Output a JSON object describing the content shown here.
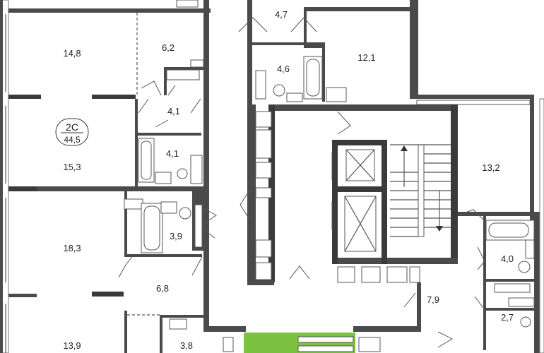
{
  "accent_color": "#7cc242",
  "badge": {
    "name": "2С",
    "area": "44,5"
  },
  "rooms": [
    {
      "id": "r148",
      "label": "14,8"
    },
    {
      "id": "r62",
      "label": "6,2"
    },
    {
      "id": "r47",
      "label": "4,7"
    },
    {
      "id": "r46",
      "label": "4,6"
    },
    {
      "id": "r121",
      "label": "12,1"
    },
    {
      "id": "r41a",
      "label": "4,1"
    },
    {
      "id": "r41b",
      "label": "4,1"
    },
    {
      "id": "r153",
      "label": "15,3"
    },
    {
      "id": "r132",
      "label": "13,2"
    },
    {
      "id": "r183",
      "label": "18,3"
    },
    {
      "id": "r39",
      "label": "3,9"
    },
    {
      "id": "r40",
      "label": "4,0"
    },
    {
      "id": "r68",
      "label": "6,8"
    },
    {
      "id": "r79",
      "label": "7,9"
    },
    {
      "id": "r27",
      "label": "2,7"
    },
    {
      "id": "r139",
      "label": "13,9"
    },
    {
      "id": "r38",
      "label": "3,8"
    }
  ]
}
